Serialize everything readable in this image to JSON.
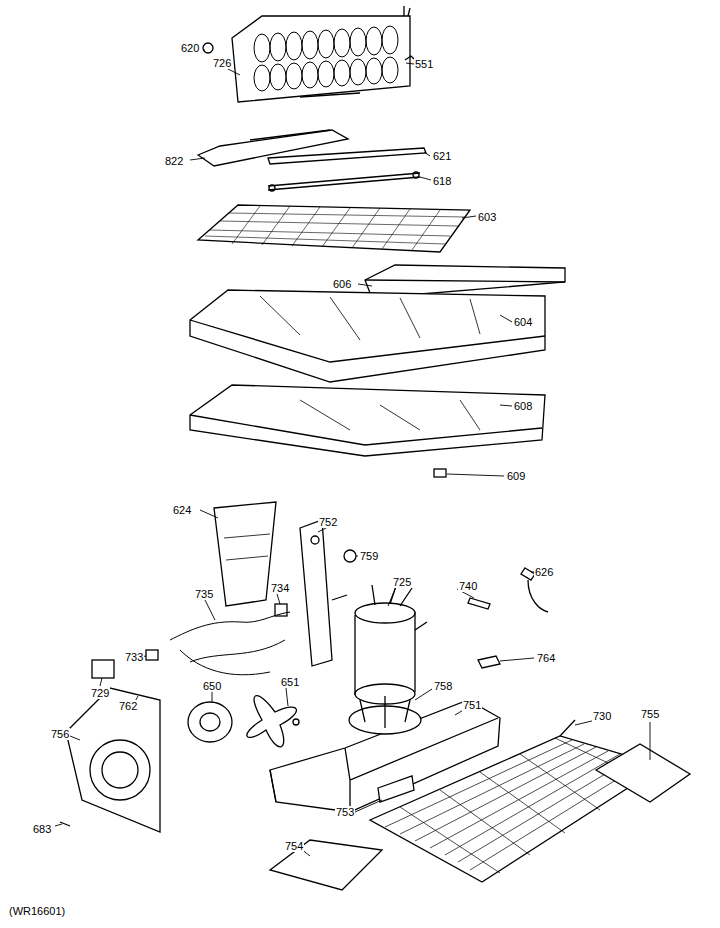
{
  "diagram": {
    "labels": [
      "620",
      "726",
      "551",
      "822",
      "621",
      "618",
      "603",
      "606",
      "604",
      "608",
      "609",
      "624",
      "752",
      "759",
      "725",
      "740",
      "626",
      "735",
      "734",
      "764",
      "733",
      "729",
      "762",
      "651",
      "650",
      "758",
      "751",
      "756",
      "730",
      "755",
      "753",
      "683",
      "754",
      "(WR16601)"
    ]
  }
}
